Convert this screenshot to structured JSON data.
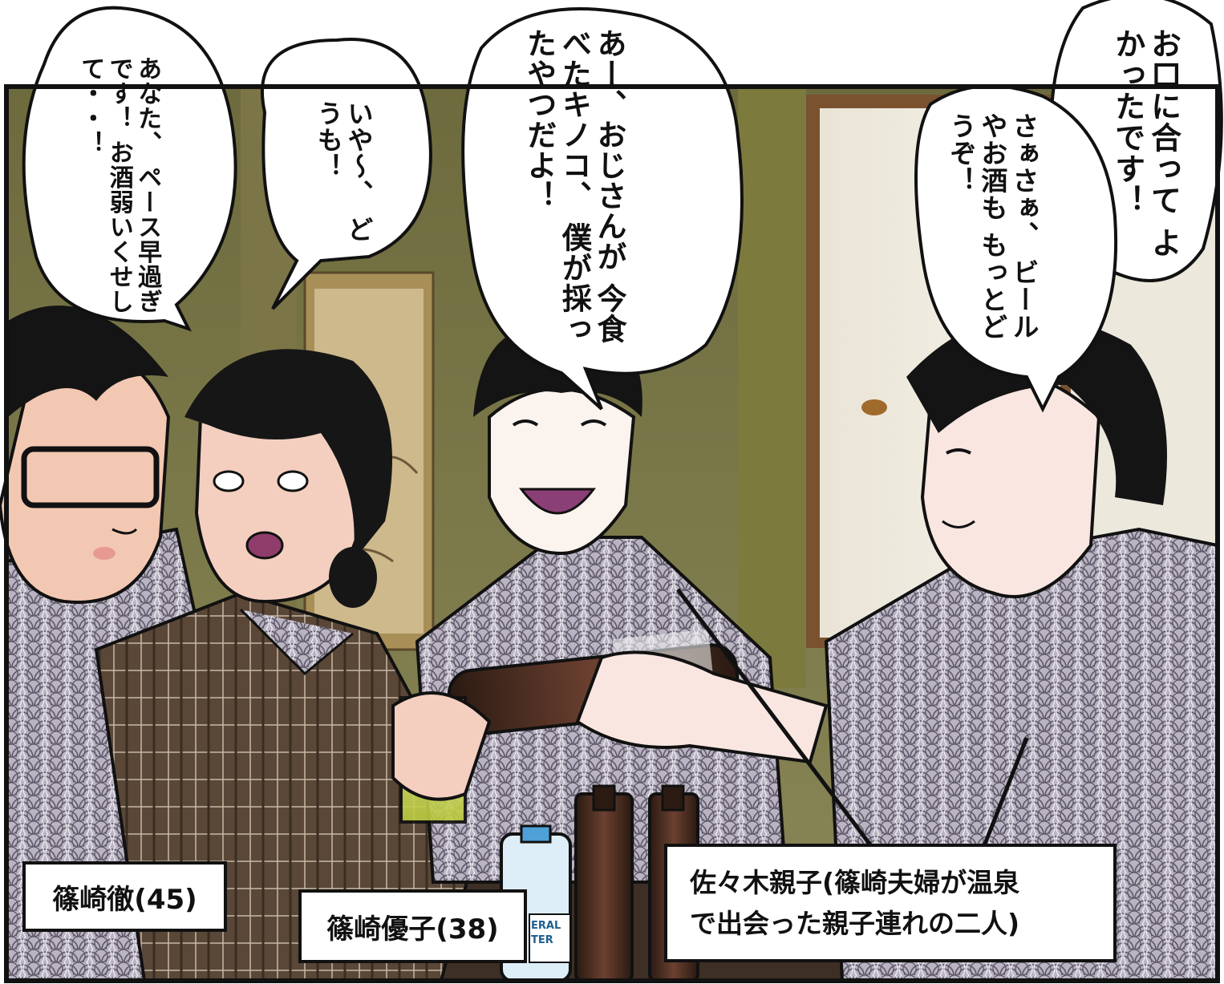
{
  "bubbles": {
    "wife": {
      "lines": [
        "あなた、",
        "ペース早過ぎです！",
        "お酒弱いくせして・・！"
      ]
    },
    "husband": {
      "lines": [
        "いや〜、",
        "どうも！"
      ]
    },
    "son": {
      "lines": [
        "あー、おじさんが",
        "今食べたキノコ、",
        "僕が採ったやつだよ！"
      ]
    },
    "father_top": {
      "lines": [
        "お口に合って",
        "よかったです！"
      ]
    },
    "father_offer": {
      "lines": [
        "さぁさぁ、",
        "ビールやお酒も",
        "もっとどうぞ！"
      ]
    }
  },
  "captions": {
    "husband": "篠崎徹(45)",
    "wife": "篠崎優子(38)",
    "sasaki": {
      "line1": "佐々木親子(篠崎夫婦が温泉",
      "line2": "で出会った親子連れの二人)"
    }
  },
  "bottle_label": {
    "line1": "ERAL",
    "line2": "TER"
  }
}
